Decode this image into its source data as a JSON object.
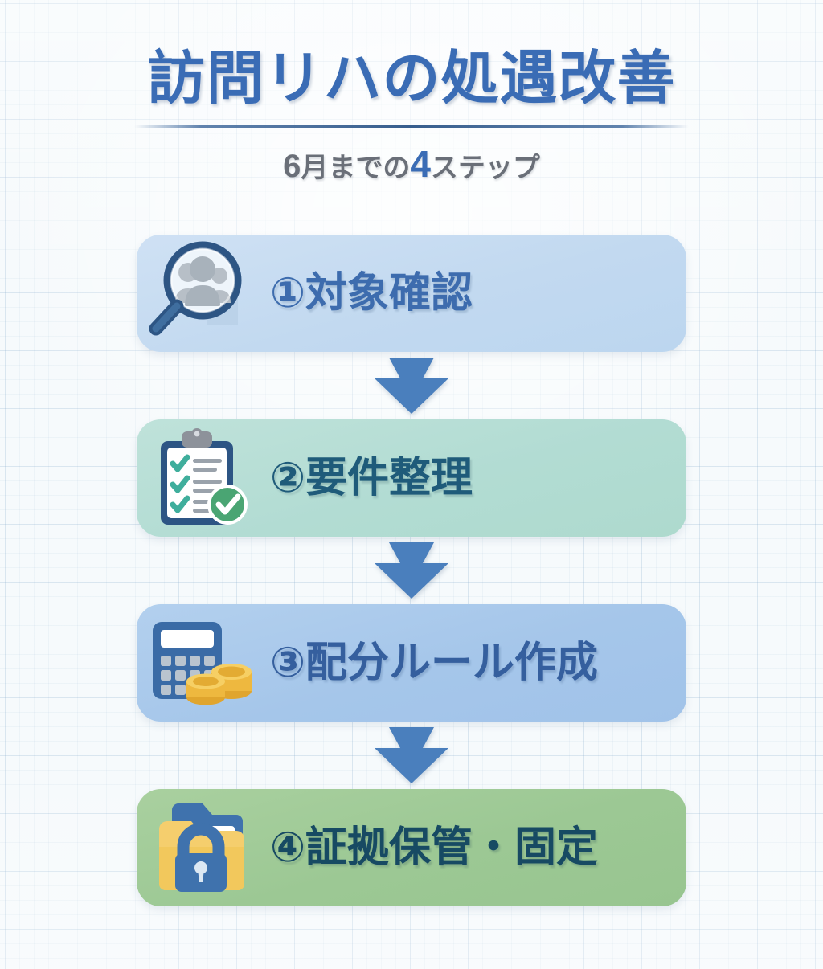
{
  "header": {
    "title": "訪問リハの処遇改善",
    "subtitle_parts": {
      "prefix": "6",
      "mid": "月までの",
      "highlight": "4",
      "suffix": "ステップ"
    },
    "subtitle_full": "6月までの4ステップ"
  },
  "steps": [
    {
      "number": "①",
      "label": "①対象確認",
      "text": "対象確認",
      "icon": "magnifier-people-icon",
      "card_color": "#c2d9f0",
      "text_color": "#3d6cae"
    },
    {
      "number": "②",
      "label": "②要件整理",
      "text": "要件整理",
      "icon": "clipboard-checklist-icon",
      "card_color": "#b2dcd3",
      "text_color": "#1f5b7a"
    },
    {
      "number": "③",
      "label": "③配分ルール作成",
      "text": "配分ルール作成",
      "icon": "calculator-coins-icon",
      "card_color": "#a5c6ea",
      "text_color": "#355f9e"
    },
    {
      "number": "④",
      "label": "④証拠保管・固定",
      "text": "証拠保管・固定",
      "icon": "locked-folder-icon",
      "card_color": "#9cc894",
      "text_color": "#174a63"
    }
  ],
  "connectors": [
    {
      "icon": "arrow-down-icon",
      "color": "#4a7fbd"
    },
    {
      "icon": "arrow-down-icon",
      "color": "#4a7fbd"
    },
    {
      "icon": "arrow-down-icon",
      "color": "#4a7fbd"
    }
  ],
  "theme": {
    "background": "#f6fafc",
    "grid_line": "#96b4d2",
    "title_color": "#3a6cb5",
    "subtitle_color": "#6a6f78",
    "accent": "#3a6cb5",
    "arrow_color": "#4a7fbd"
  }
}
